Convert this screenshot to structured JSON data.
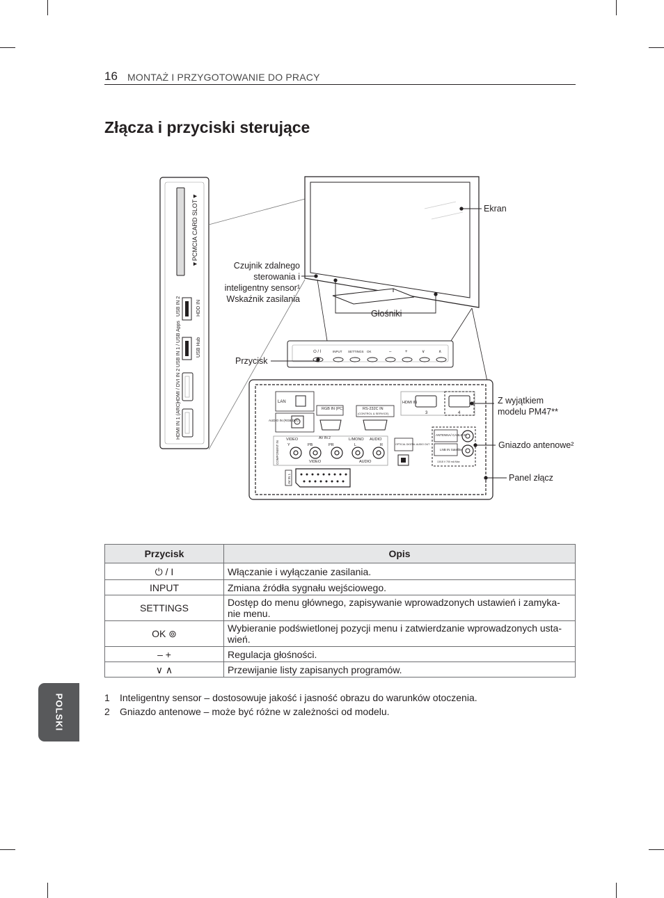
{
  "header": {
    "page_number": "16",
    "section": "MONTAŻ I PRZYGOTOWANIE DO PRACY"
  },
  "title": "Złącza i przyciski sterujące",
  "diagram": {
    "labels": {
      "ekran": "Ekran",
      "sensor": [
        "Czujnik zdalnego",
        "sterowania i",
        "inteligentny sensor¹",
        "Wskaźnik zasilania"
      ],
      "speakers": "Głośniki",
      "button": "Przycisk",
      "except": [
        "Z wyjątkiem",
        "modelu PM47**"
      ],
      "antenna": "Gniazdo antenowe²",
      "panel": "Panel złącz"
    },
    "side_panel": {
      "pcmcia": "▼PCMCIA CARD SLOT▼",
      "usb2": "USB IN 2",
      "hdd": "HDD IN",
      "usb1": "USB IN 1 / USB Apps",
      "usbhub": "USB Hub",
      "hdmi2": "HDMI / DVI IN 2",
      "hdmi1": "HDMI IN 1 (ARC)"
    },
    "button_bar": {
      "power": "⏻ / I",
      "input": "INPUT",
      "settings": "SETTINGS",
      "ok": "OK",
      "minus": "–",
      "plus": "+",
      "down": "∨",
      "up": "∧"
    },
    "rear": {
      "lan": "LAN",
      "audio_in": "AUDIO IN (RGB/DVI)",
      "rgb_in": "RGB IN (PC)",
      "rs232": "RS-232C IN",
      "rs232_sub": "(CONTROL & SERVICE)",
      "hdmi_in": "HDMI IN",
      "hdmi3": "3",
      "hdmi4": "4",
      "component": "COMPONENT IN",
      "video": "VIDEO",
      "av2": "AV IN 2",
      "lmono": "L/MONO",
      "audio": "AUDIO",
      "y": "Y",
      "pb": "PB",
      "pr": "PR",
      "l": "L",
      "r": "R",
      "video2": "VIDEO",
      "audio2": "AUDIO",
      "optical": "OPTICAL DIGITAL AUDIO OUT",
      "antenna": "ANTENNA/ CABLE IN",
      "lnb": "LNB IN Satellite",
      "lnb_sub": "13/18 V 700 mA Max",
      "av1": "AV IN 1"
    }
  },
  "table": {
    "headers": [
      "Przycisk",
      "Opis"
    ],
    "rows": [
      {
        "key": "⏻ / I",
        "desc": "Włączanie i wyłączanie zasilania."
      },
      {
        "key": "INPUT",
        "desc": "Zmiana źródła sygnału wejściowego."
      },
      {
        "key": "SETTINGS",
        "desc": "Dostęp do menu głównego, zapisywanie wprowadzonych ustawień i zamyka- nie menu."
      },
      {
        "key": "OK ⊚",
        "desc": "Wybieranie podświetlonej pozycji menu i zatwierdzanie wprowadzonych usta- wień."
      },
      {
        "key": "– +",
        "desc": "Regulacja głośności."
      },
      {
        "key": "∨ ∧",
        "desc": "Przewijanie listy zapisanych programów."
      }
    ]
  },
  "notes": [
    {
      "num": "1",
      "text": "Inteligentny sensor – dostosowuje jakość i jasność obrazu do warunków otoczenia."
    },
    {
      "num": "2",
      "text": "Gniazdo antenowe – może być różne w zależności od modelu."
    }
  ],
  "side_tab": "POLSKI"
}
